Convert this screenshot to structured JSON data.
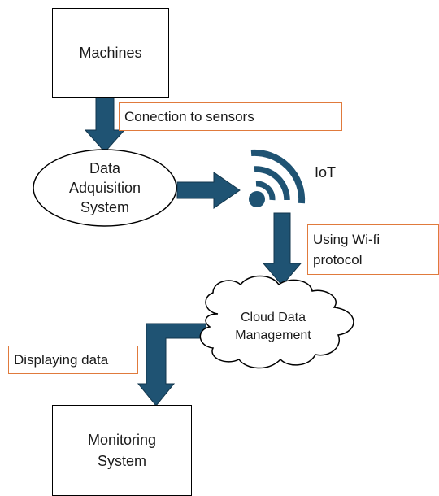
{
  "nodes": {
    "machines": "Machines",
    "daq": "Data\nAdquisition\nSystem",
    "iot": "IoT",
    "cloud": "Cloud Data\nManagement",
    "monitoring": "Monitoring\nSystem"
  },
  "callouts": {
    "sensors": "Conection to sensors",
    "wifi": "Using Wi-fi\nprotocol",
    "displaying": "Displaying data"
  },
  "colors": {
    "arrow": "#1f5373",
    "wifi_icon": "#1f5373",
    "callout_border": "#e07a3c",
    "outline": "#000000"
  }
}
